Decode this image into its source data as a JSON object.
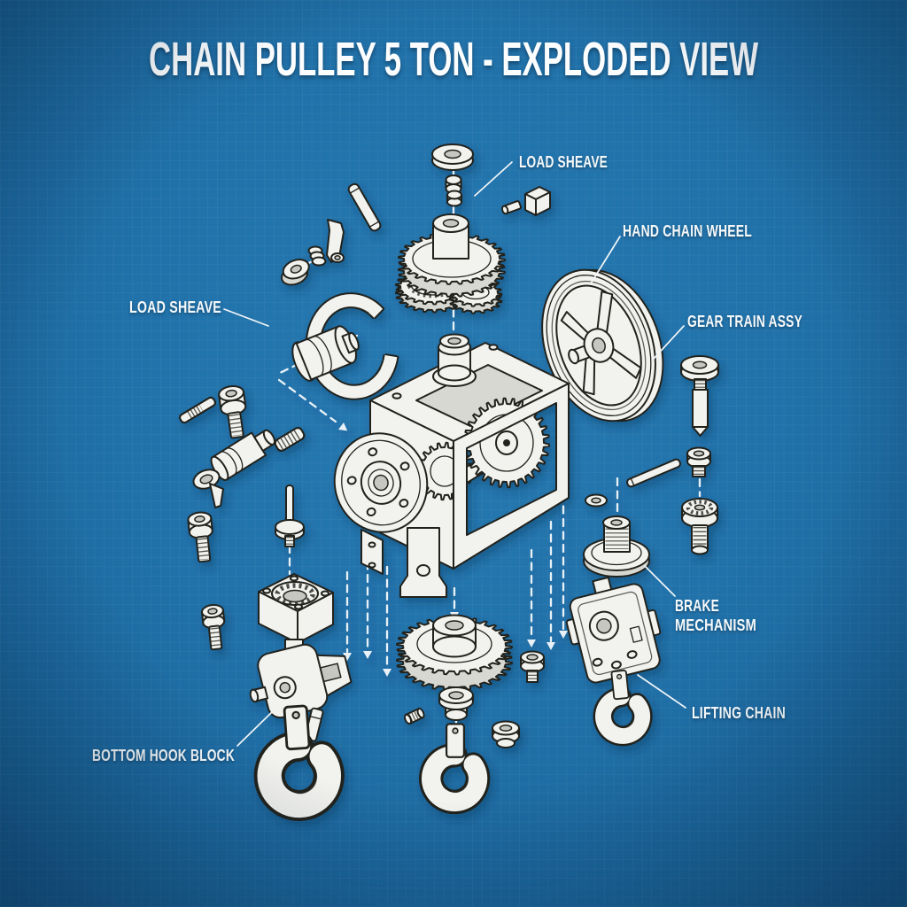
{
  "title": "CHAIN PULLEY 5 TON - EXPLODED VIEW",
  "labels": {
    "load_sheave_top": "LOAD SHEAVE",
    "hand_chain_wheel": "HAND CHAIN WHEEL",
    "load_sheave_left": "LOAD SHEAVE",
    "gear_train_assy": "GEAR TRAIN ASSY",
    "brake_mechanism_line1": "BRAKE",
    "brake_mechanism_line2": "MECHANISM",
    "lifting_chain": "LIFTING CHAIN",
    "bottom_hook_block": "BOTTOM HOOK BLOCK"
  },
  "style": {
    "background_center": "#2679b1",
    "background_edge": "#14598c",
    "grid_line": "rgba(255,255,255,0.075)",
    "ink": "#22221f",
    "part_fill": "#f2f2ee",
    "part_shade": "#d8d8d2",
    "callout_text": "#f6f9fa",
    "dashed_line": "#e8f1f7"
  },
  "parts": [
    "top-washer",
    "spacer-bushings",
    "load-sheave-gear-stack",
    "retainer-nut",
    "pawl-lever",
    "spring",
    "roller-washer",
    "pivot-pin",
    "chain-guide-ring",
    "sheave-drum",
    "socket-bolt-upper",
    "knurled-pin",
    "threaded-stud",
    "pinion-shaft",
    "slotted-washer",
    "socket-bolt-mid",
    "flanged-pin",
    "socket-bolt-lower",
    "gear-housing",
    "internal-gear-train",
    "hand-chain-wheel",
    "shaft-bolt",
    "machine-screw",
    "guide-rod",
    "bearing-bolt",
    "brake-washer",
    "brake-pinion",
    "brake-bracket",
    "lifting-hook-right",
    "output-gear",
    "chain-bushing",
    "knurled-nut",
    "flanged-bushing",
    "button-bolt",
    "lifting-hook-center",
    "hook-block-bearing-plate",
    "hook-swivel",
    "bottom-hook"
  ]
}
